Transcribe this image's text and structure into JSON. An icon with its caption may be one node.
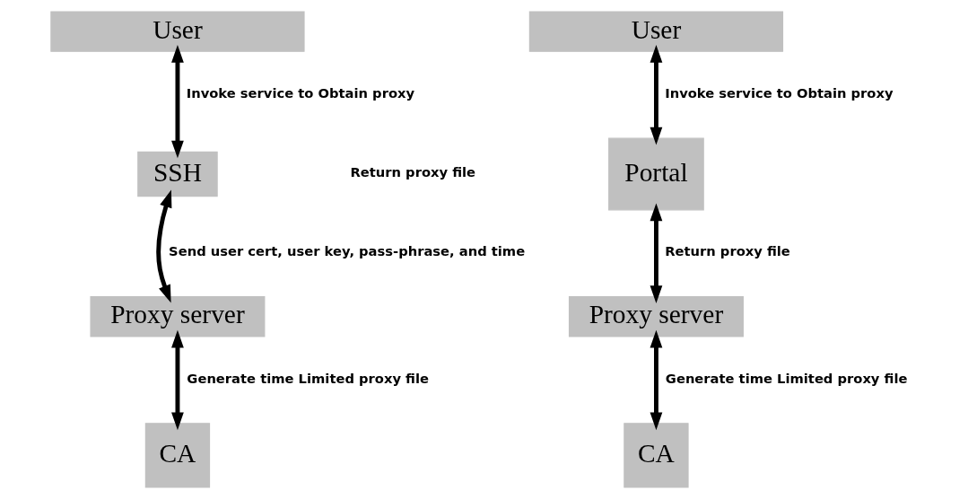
{
  "diagram": {
    "nodes": [
      {
        "text": [
          "User"
        ]
      },
      {
        "text": [
          "SSH"
        ]
      },
      {
        "text": [
          "Proxy server"
        ]
      },
      {
        "text": [
          "CA"
        ]
      },
      {
        "text": [
          "User"
        ]
      },
      {
        "text": [
          "Portal"
        ]
      },
      {
        "text": [
          "Proxy server"
        ]
      },
      {
        "text": [
          "CA"
        ]
      }
    ],
    "edges": [
      {
        "from": 0,
        "to": 1,
        "arrow": "both",
        "label": "Invoke service to Obtain proxy"
      },
      {
        "from": 1,
        "to": 2,
        "arrow": "both",
        "label": "Send user cert, user key, pass-phrase, and time"
      },
      {
        "from": 2,
        "to": 3,
        "arrow": "both",
        "label": "Generate time Limited proxy file"
      },
      {
        "from": 4,
        "to": 5,
        "arrow": "both",
        "label": "Invoke service to Obtain proxy"
      },
      {
        "from": 5,
        "to": 6,
        "arrow": "both",
        "label": "Return proxy file"
      },
      {
        "from": 6,
        "to": 7,
        "arrow": "both",
        "label": "Generate time Limited proxy file"
      }
    ],
    "labels": [
      "Return proxy file"
    ]
  }
}
